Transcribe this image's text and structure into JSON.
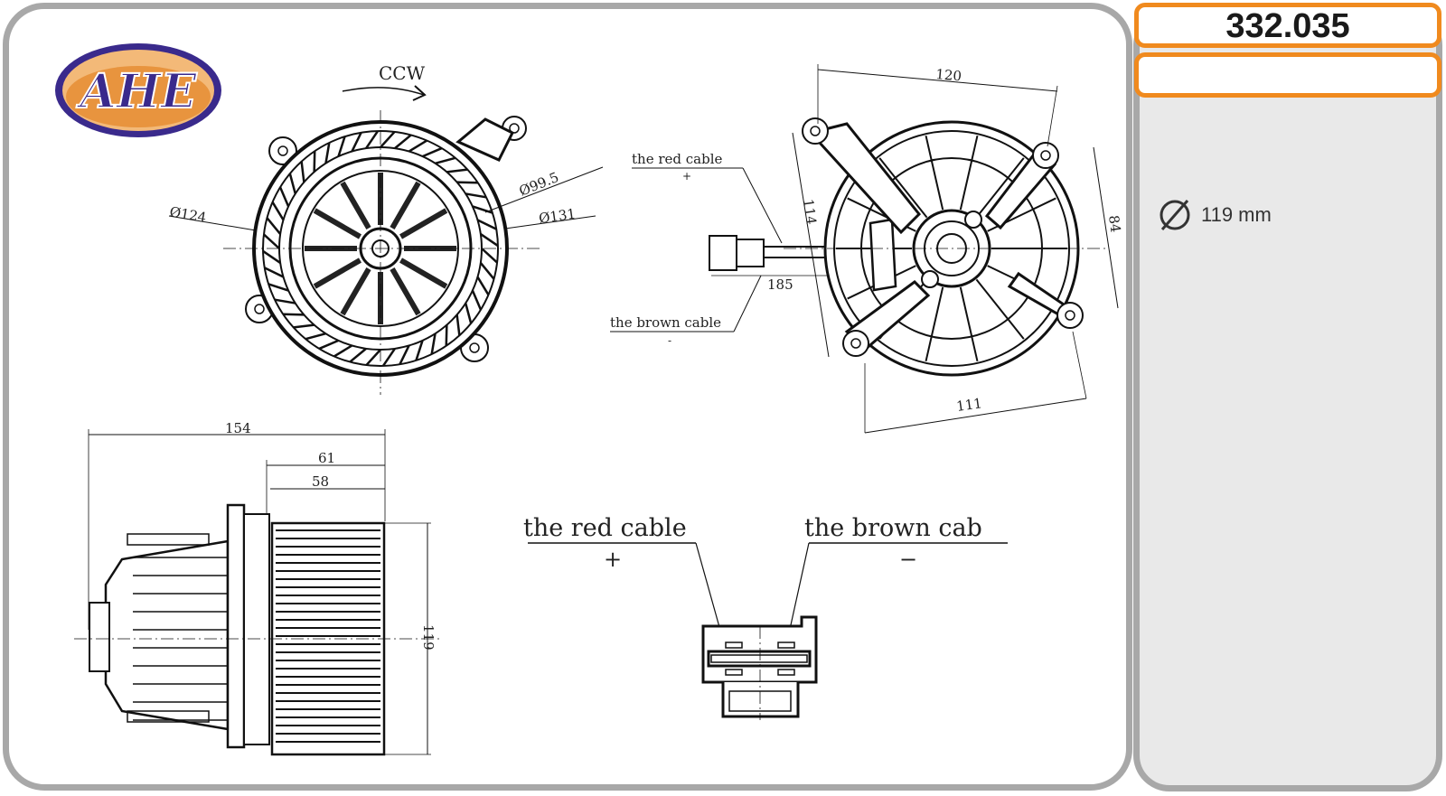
{
  "brand": {
    "logo_text": "AHE"
  },
  "part": {
    "code": "332.035",
    "second_box": ""
  },
  "specs": {
    "diameter_icon": "diameter-icon",
    "diameter_value": "119 mm"
  },
  "drawing": {
    "rotation_label": "CCW",
    "front_dims": {
      "d124": "Ø124",
      "d99_5": "Ø99.5",
      "d131": "Ø131"
    },
    "cable_view": {
      "red_cable": "the red cable",
      "red_sign": "+",
      "brown_cable": "the brown cable",
      "brown_sign": "-",
      "len": "185",
      "d120": "120",
      "d114": "114",
      "d84": "84",
      "d111": "111"
    },
    "side_dims": {
      "d154": "154",
      "d61": "61",
      "d58": "58",
      "d119": "119"
    },
    "connector": {
      "red_cable": "the red cable",
      "red_sign": "+",
      "brown_cable": "the brown cab",
      "brown_sign": "−"
    }
  },
  "colors": {
    "accent_orange": "#f08a1e",
    "logo_purple": "#3a2a8c",
    "panel_border": "#a8a8a8",
    "side_bg": "#e9e9e9"
  }
}
